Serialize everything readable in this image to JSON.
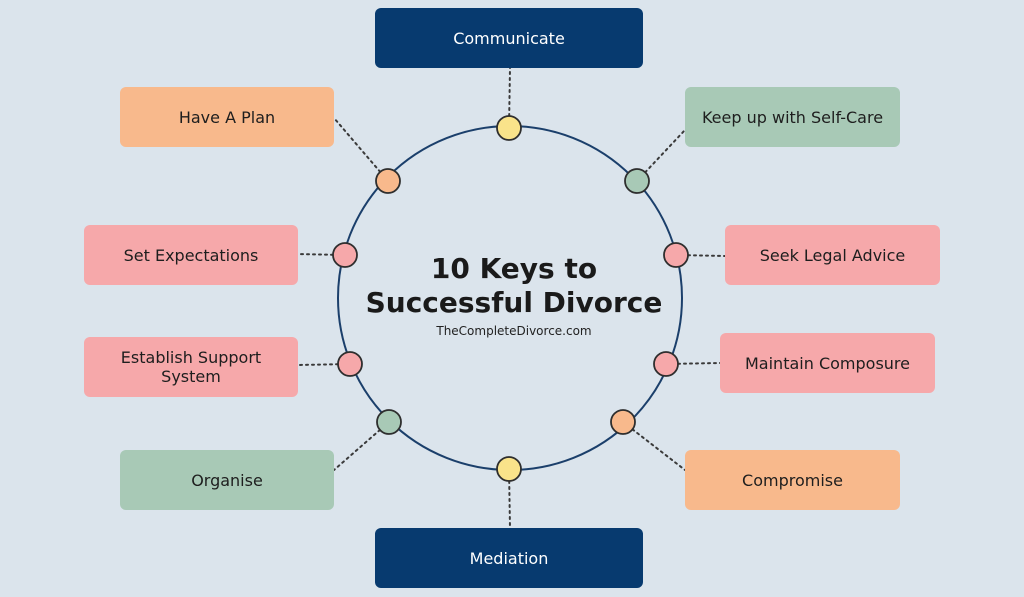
{
  "center": {
    "title_line1": "10 Keys to",
    "title_line2": "Successful Divorce",
    "subtitle": "TheCompleteDivorce.com"
  },
  "colors": {
    "background": "#dbe4ec",
    "navy": "#073a6f",
    "peach": "#f8b98c",
    "pink": "#f6a8aa",
    "sage": "#a8c9b6",
    "yellow": "#f9e38a",
    "ring": "#1b3f6b"
  },
  "keys": [
    {
      "id": "communicate",
      "label": "Communicate",
      "color": "navy"
    },
    {
      "id": "keep-up-with-self-care",
      "label": "Keep up with Self-Care",
      "color": "sage"
    },
    {
      "id": "seek-legal-advice",
      "label": "Seek Legal Advice",
      "color": "pink"
    },
    {
      "id": "maintain-composure",
      "label": "Maintain Composure",
      "color": "pink"
    },
    {
      "id": "compromise",
      "label": "Compromise",
      "color": "peach"
    },
    {
      "id": "mediation",
      "label": "Mediation",
      "color": "navy"
    },
    {
      "id": "organise",
      "label": "Organise",
      "color": "sage"
    },
    {
      "id": "establish-support-system",
      "label": "Establish Support\nSystem",
      "color": "pink"
    },
    {
      "id": "set-expectations",
      "label": "Set Expectations",
      "color": "pink"
    },
    {
      "id": "have-a-plan",
      "label": "Have A Plan",
      "color": "peach"
    }
  ],
  "nodes": [
    {
      "color": "yellow"
    },
    {
      "color": "sage"
    },
    {
      "color": "pink"
    },
    {
      "color": "pink"
    },
    {
      "color": "peach"
    },
    {
      "color": "yellow"
    },
    {
      "color": "sage"
    },
    {
      "color": "pink"
    },
    {
      "color": "pink"
    },
    {
      "color": "peach"
    }
  ]
}
